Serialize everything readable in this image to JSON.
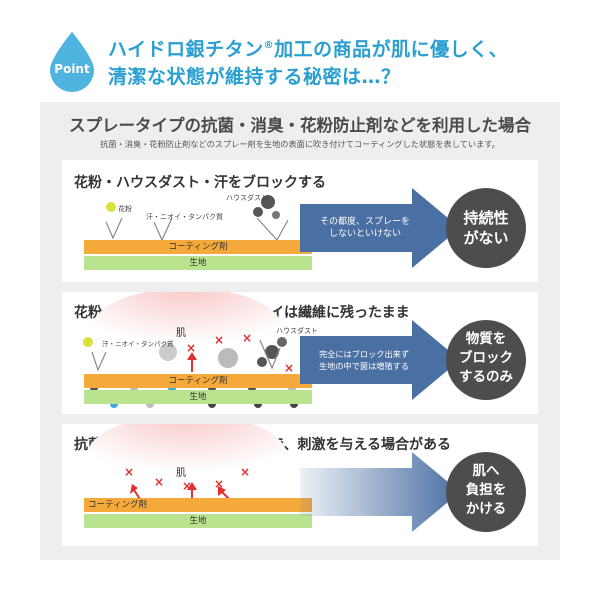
{
  "header": {
    "badge": "Point",
    "title_line1": "ハイドロ銀チタン",
    "title_reg": "®",
    "title_line1b": "加工の商品が肌に優しく、",
    "title_line2": "清潔な状態が維持する秘密は…？"
  },
  "panel": {
    "title": "スプレータイプの抗菌・消臭・花粉防止剤などを利用した場合",
    "subtitle": "抗菌・消臭・花粉防止剤などのスプレー剤を生地の表面に吹き付けてコーティングした状態を表しています。"
  },
  "cards": [
    {
      "title": "花粉・ハウスダスト・汗をブロックする",
      "labels": {
        "pollen": "花粉",
        "sweat": "汗・ニオイ・タンパク質",
        "dust": "ハウスダスト"
      },
      "coating": "コーティング剤",
      "fabric": "生地",
      "arrow_text_1": "その都度、スプレーを",
      "arrow_text_2": "しないといけない",
      "result_1": "持続性",
      "result_2": "がない"
    },
    {
      "title": "花粉・ハウスダスト・汗・ニオイは繊維に残ったまま",
      "labels": {
        "skin": "肌",
        "sweat": "汗・ニオイ・タンパク質",
        "dust": "ハウスダスト"
      },
      "coating": "コーティング剤",
      "fabric": "生地",
      "arrow_text_1": "完全にはブロック出来ず",
      "arrow_text_2": "生地の中で菌は増殖する",
      "result_1": "物質を",
      "result_2": "ブロック",
      "result_3": "するのみ"
    },
    {
      "title": "抗菌剤などが肌に直接ふれるので、刺激を与える場合がある",
      "labels": {
        "skin": "肌"
      },
      "coating": "コーティング剤",
      "fabric": "生地",
      "result_1": "肌へ",
      "result_2": "負担を",
      "result_3": "かける"
    }
  ],
  "colors": {
    "accent": "#2a9fd0",
    "coating": "#f5a93b",
    "fabric": "#b9e38f",
    "arrow": "#4a6fa3",
    "result_circle": "#4d4d4d",
    "x_mark": "#e03030"
  }
}
